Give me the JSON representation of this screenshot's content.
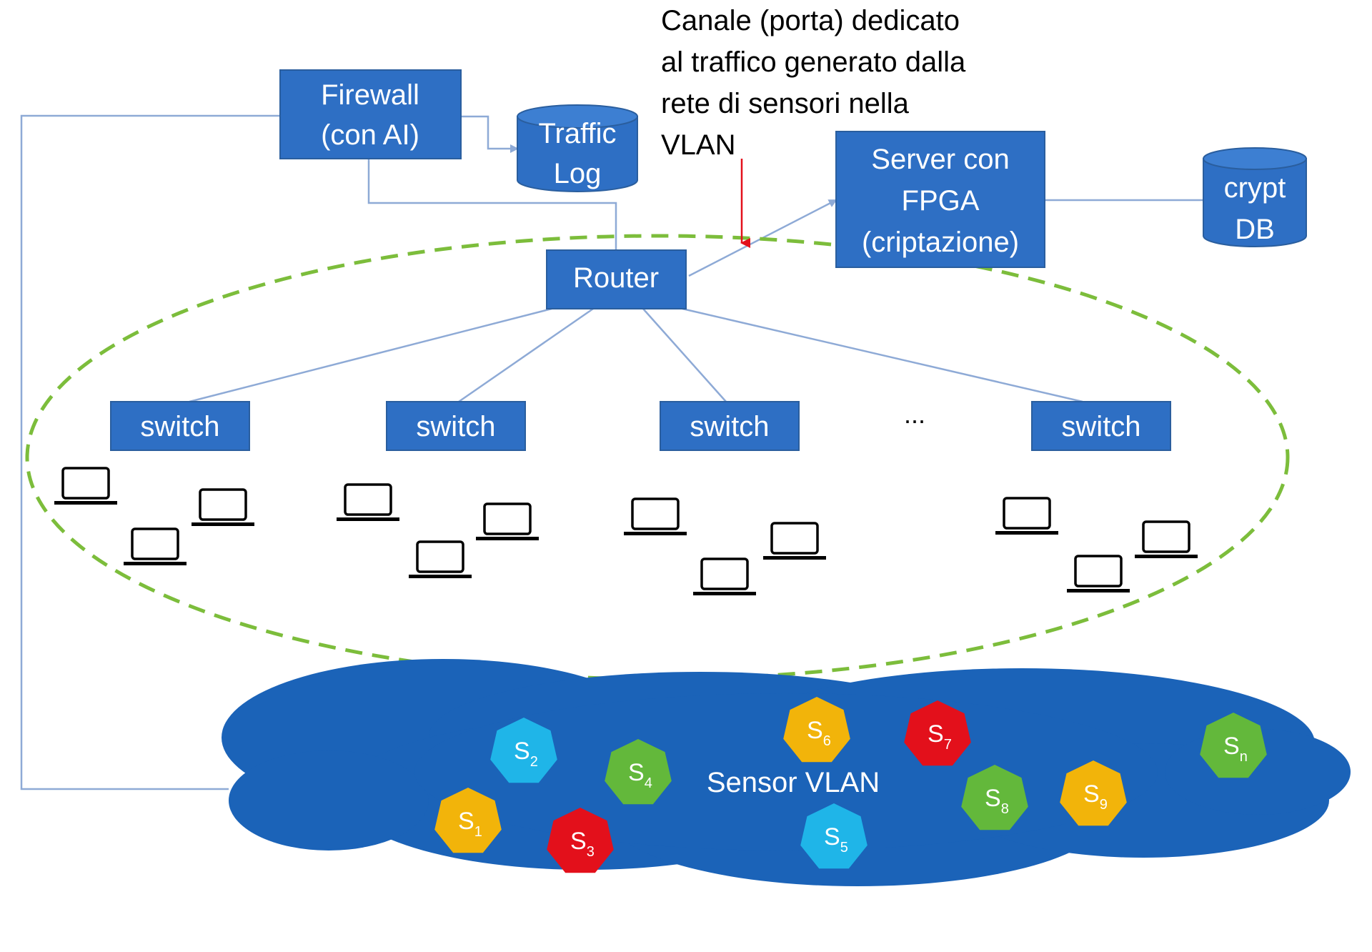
{
  "annotation": {
    "lines": [
      "Canale (porta) dedicato",
      "al traffico generato dalla",
      "rete di sensori nella",
      "VLAN"
    ]
  },
  "firewall": {
    "lines": [
      "Firewall",
      "(con AI)"
    ]
  },
  "traffic_log": {
    "lines": [
      "Traffic",
      "Log"
    ]
  },
  "server": {
    "lines": [
      "Server con",
      "FPGA",
      "(criptazione)"
    ]
  },
  "crypt_db": {
    "lines": [
      "crypt",
      "DB"
    ]
  },
  "router": {
    "label": "Router"
  },
  "switches": [
    {
      "label": "switch"
    },
    {
      "label": "switch"
    },
    {
      "label": "switch"
    },
    {
      "label": "switch"
    }
  ],
  "ellipsis": "...",
  "cloud": {
    "label": "Sensor VLAN"
  },
  "sensors": [
    {
      "letter": "S",
      "sub": "1",
      "color": "#f2b40a"
    },
    {
      "letter": "S",
      "sub": "2",
      "color": "#1fb5e8"
    },
    {
      "letter": "S",
      "sub": "3",
      "color": "#e3101b"
    },
    {
      "letter": "S",
      "sub": "4",
      "color": "#63b83b"
    },
    {
      "letter": "S",
      "sub": "5",
      "color": "#1fb5e8"
    },
    {
      "letter": "S",
      "sub": "6",
      "color": "#f2b40a"
    },
    {
      "letter": "S",
      "sub": "7",
      "color": "#e3101b"
    },
    {
      "letter": "S",
      "sub": "8",
      "color": "#63b83b"
    },
    {
      "letter": "S",
      "sub": "9",
      "color": "#f2b40a"
    },
    {
      "letter": "S",
      "sub": "n",
      "color": "#63b83b"
    }
  ],
  "colors": {
    "box": "#2e6fc4",
    "box_border": "#2a5e9e",
    "cloud": "#1b63b8",
    "vlan_dash": "#7cbd3b",
    "channel_arrow": "#e3101b",
    "line": "#8eaad6"
  }
}
